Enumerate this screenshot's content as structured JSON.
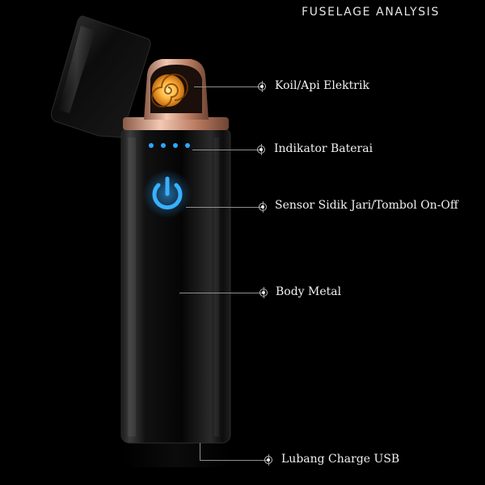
{
  "header": {
    "title": "FUSELAGE ANALYSIS"
  },
  "callouts": [
    {
      "label": "Koil/Api Elektrik"
    },
    {
      "label": "Indikator Baterai"
    },
    {
      "label": "Sensor Sidik Jari/Tombol On-Off"
    },
    {
      "label": "Body Metal"
    },
    {
      "label": "Lubang Charge USB"
    }
  ],
  "colors": {
    "background": "#000000",
    "indicator_led": "#2fa6ff",
    "coil_glow": "#ffb53a",
    "rose_gold": "#d9a088"
  },
  "icons": {
    "lighter": "electric-lighter",
    "power": "power-icon",
    "coil": "coil-icon"
  }
}
